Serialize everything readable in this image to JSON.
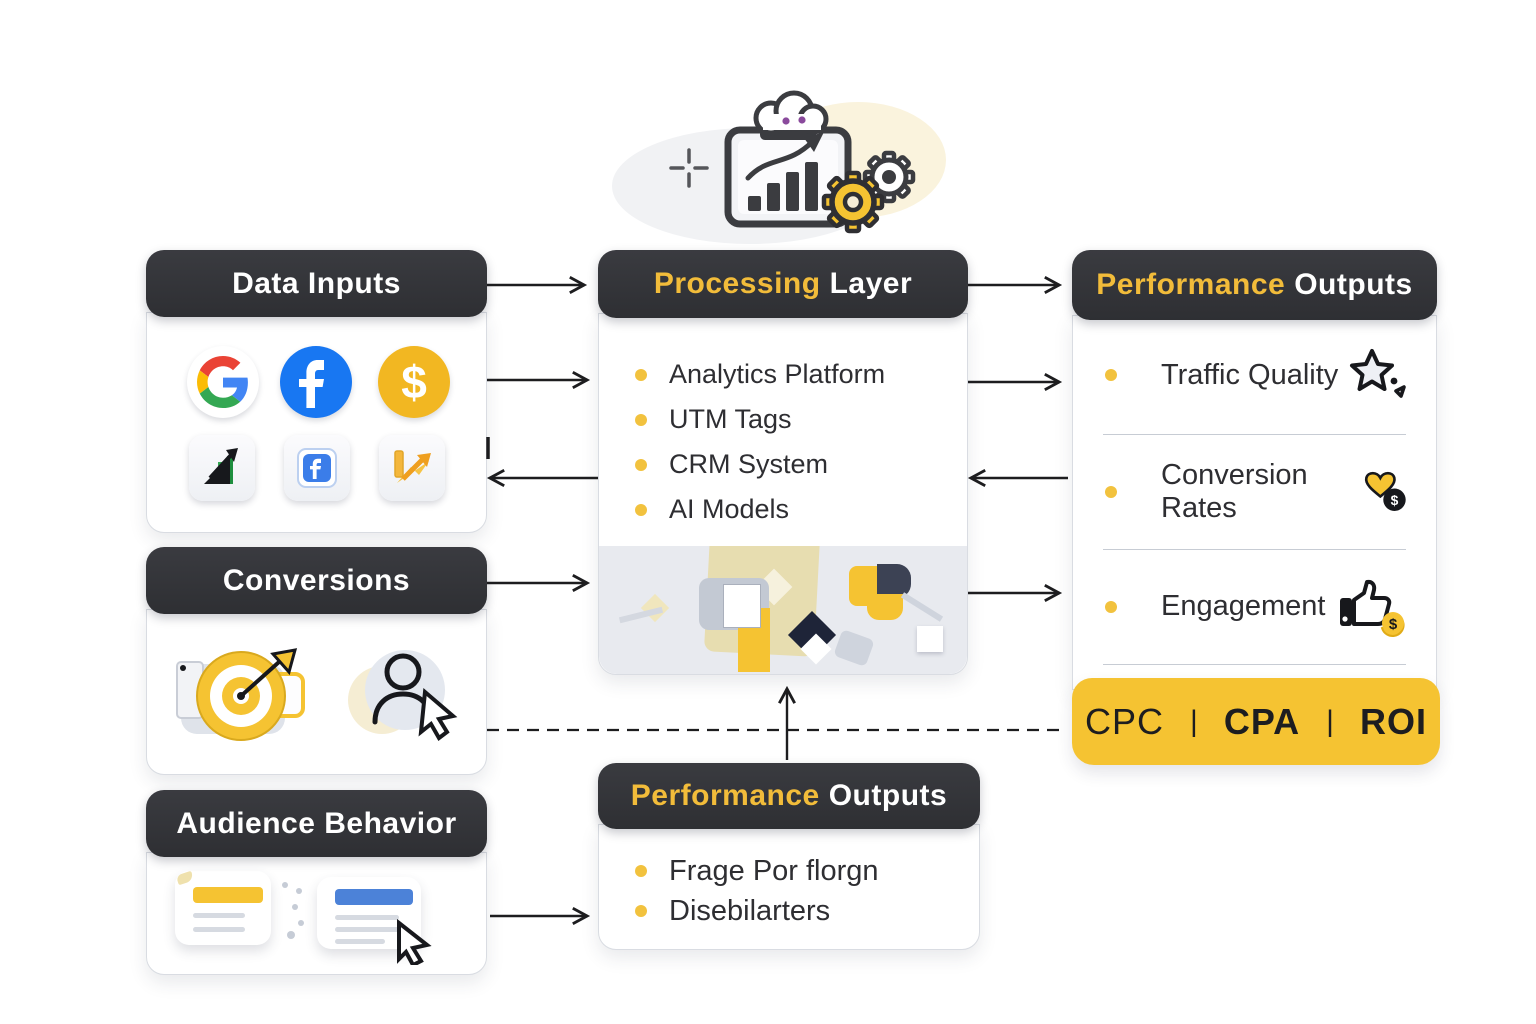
{
  "colors": {
    "header_bg": "#323337",
    "accent_yellow": "#F2BC3A",
    "metric_bar_yellow": "#F5C332",
    "text_dark": "#2E2E32",
    "facebook_blue": "#1877F2",
    "dollar_yellow": "#F2B722"
  },
  "hero": {
    "name": "analytics-dashboard-illustration",
    "icons": [
      "cloud-icon",
      "bar-chart-icon",
      "trend-arrow-icon",
      "gear-icon",
      "sparkle-icon"
    ]
  },
  "panels": {
    "data_inputs": {
      "title": "Data Inputs",
      "icons_row1": [
        "google-icon",
        "facebook-icon",
        "dollar-icon"
      ],
      "icons_row2": [
        "growth-bars-icon",
        "facebook-page-icon",
        "analytics-arrow-icon"
      ]
    },
    "conversions": {
      "title": "Conversions",
      "icons": [
        "target-dart-icon",
        "user-cursor-icon"
      ]
    },
    "audience_behavior": {
      "title": "Audience Behavior",
      "icons": [
        "yellow-note-card-icon",
        "blue-note-card-cursor-icon"
      ]
    },
    "processing": {
      "title_accent": "Processing",
      "title_rest": "Layer",
      "items": [
        "Analytics Platform",
        "UTM Tags",
        "CRM System",
        "AI Models"
      ]
    },
    "outputs_right": {
      "title_accent": "Performance",
      "title_rest": "Outputs",
      "items": [
        {
          "label": "Traffic Quality",
          "icon": "star-sparkle-icon"
        },
        {
          "label": "Conversion Rates",
          "icon": "heart-dollar-icon"
        },
        {
          "label": "Engagement",
          "icon": "thumbs-up-dollar-icon"
        }
      ],
      "metrics": {
        "m1": "CPC",
        "sep1": "|",
        "m2": "CPA",
        "sep2": "|",
        "m3": "ROI"
      }
    },
    "outputs_bottom": {
      "title_accent": "Performance",
      "title_rest": "Outputs",
      "items": [
        "Frage Por florgn",
        "Disebilarters"
      ]
    }
  }
}
